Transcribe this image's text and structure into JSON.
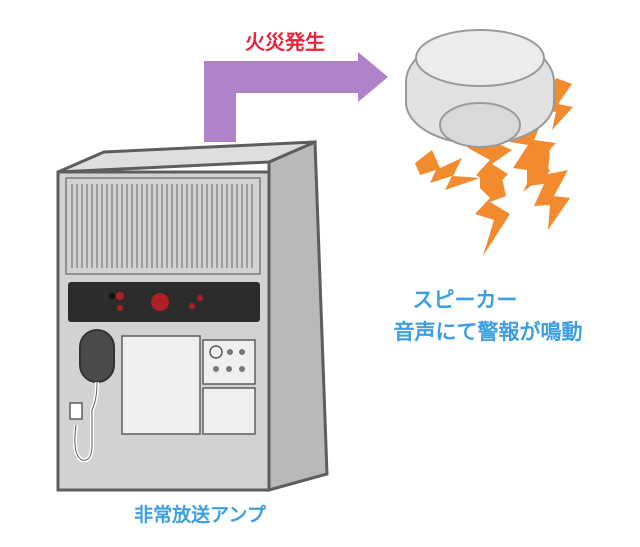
{
  "event_label": "火災発生",
  "speaker": {
    "name": "スピーカー",
    "description": "音声にて警報が鳴動"
  },
  "amplifier": {
    "name": "非常放送アンプ"
  },
  "colors": {
    "event_text": "#e8233b",
    "label_text": "#3d9fe0",
    "arrow": "#b083c9",
    "lightning": "#f28a2e",
    "amp_body": "#d2d2d2",
    "amp_outline": "#5d5d5d",
    "amp_panel": "#2c2c2c",
    "indicator": "#b01f26",
    "speaker_body": "#e2e2e2"
  },
  "icons": [
    "arrow-icon",
    "speaker-icon",
    "lightning-icon",
    "amplifier-icon",
    "microphone-icon"
  ]
}
